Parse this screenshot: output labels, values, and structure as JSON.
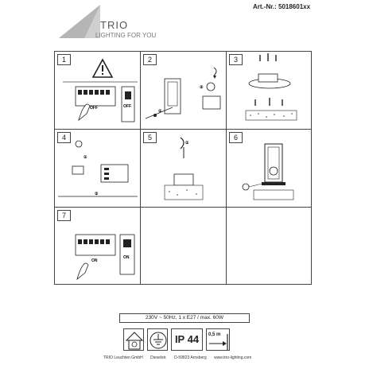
{
  "brand": {
    "name": "TRIO",
    "tagline": "LIGHTING FOR YOU"
  },
  "article_number": "Art.-Nr.: 5018601xx",
  "steps": [
    {
      "number": "1",
      "labels": [
        "OFF",
        "OFF"
      ]
    },
    {
      "number": "2",
      "labels": [
        "①",
        "②"
      ]
    },
    {
      "number": "3",
      "labels": []
    },
    {
      "number": "4",
      "labels": [
        "①",
        "②"
      ]
    },
    {
      "number": "5",
      "labels": [
        "①"
      ]
    },
    {
      "number": "6",
      "labels": []
    },
    {
      "number": "7",
      "labels": [
        "ON",
        "ON"
      ]
    }
  ],
  "spec_text": "230V ~ 50Hz, 1 x E27 / max. 60W",
  "icons": [
    {
      "name": "indoor-lamp-icon"
    },
    {
      "name": "earth-ground-icon"
    },
    {
      "name": "ip-rating-icon",
      "text": "IP 44"
    },
    {
      "name": "distance-icon",
      "text": "0,5 m"
    }
  ],
  "footer": {
    "company": "TRIO Leuchten GmbH",
    "street": "Dieselstr.",
    "city": "D-59823 Arnsberg",
    "web": "www.trio-lighting.com"
  }
}
